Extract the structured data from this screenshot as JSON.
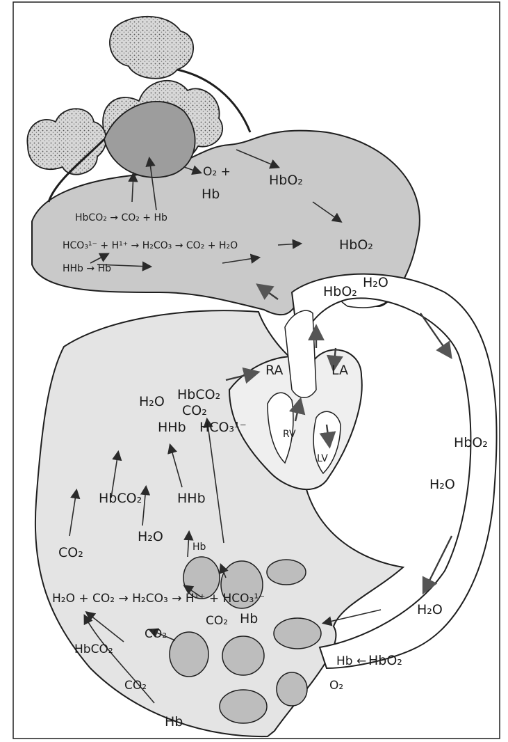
{
  "colors": {
    "frame": "#1e1e1e",
    "vessel_gray": "#c9c9c9",
    "vessel_light": "#e4e4e4",
    "alveoli": "#bdbdbd",
    "ink": "#1c1c1c"
  },
  "icons": {
    "lungs": "lung-alveoli-icon",
    "heart": "heart-icon",
    "cells": "tissue-cell-icon"
  },
  "lung": {
    "o2_hb": [
      "O₂ +",
      "Hb"
    ],
    "hbo2_top": "HbO₂",
    "hbo2_right": "HbO₂",
    "hbco2_eq": "HbCO₂ → CO₂ + Hb",
    "hco3_eq": "HCO₃¹⁻ + H¹⁺ → H₂CO₃ → CO₂ + H₂O",
    "hhb_eq": "HHb → Hb"
  },
  "heart": {
    "ra": "RA",
    "la": "LA",
    "rv": "RV",
    "lv": "LV",
    "hbo2": "HbO₂",
    "h2o": "H₂O"
  },
  "venous": {
    "h2o": "H₂O",
    "hbco2": "HbCO₂",
    "co2": "CO₂",
    "hhb": "HHb",
    "hco3": "HCO₃¹⁻"
  },
  "tissue_mid": {
    "co2": "CO₂",
    "hbco2": "HbCO₂",
    "h2o": "H₂O",
    "hhb": "HHb",
    "hb": "Hb"
  },
  "tissue_eq": "H₂O + CO₂ → H₂CO₃ → H¹⁺ + HCO₃¹⁻",
  "tissue_low": {
    "co2_a": "CO₂",
    "hb_a": "Hb",
    "co2_b": "CO₂",
    "hbco2": "HbCO₂",
    "co2_c": "CO₂",
    "hb_b": "Hb",
    "hb_arrow": "Hb ←",
    "hbo2": "HbO₂",
    "o2": "O₂"
  },
  "arterial": {
    "hbo2": "HbO₂",
    "h2o_a": "H₂O",
    "h2o_b": "H₂O"
  }
}
